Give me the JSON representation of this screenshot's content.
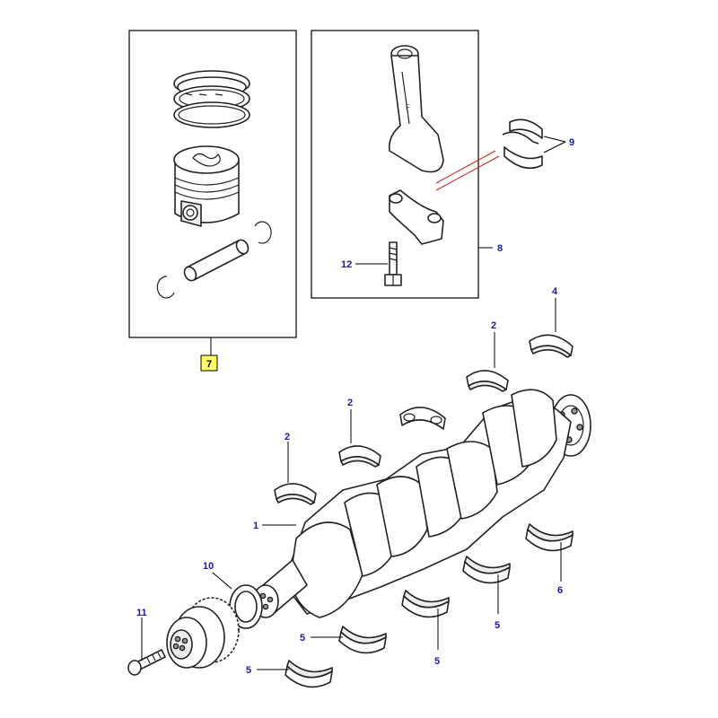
{
  "callouts": {
    "c1": "1",
    "c2a": "2",
    "c2b": "2",
    "c2c": "2",
    "c4": "4",
    "c5a": "5",
    "c5b": "5",
    "c5c": "5",
    "c5d": "5",
    "c6": "6",
    "c7": "7",
    "c8": "8",
    "c9": "9",
    "c10": "10",
    "c11": "11",
    "c12": "12"
  },
  "colors": {
    "callout_text": "#1a1aa6",
    "highlight_box": "#ffff66",
    "pointer_red": "#cc2222"
  }
}
